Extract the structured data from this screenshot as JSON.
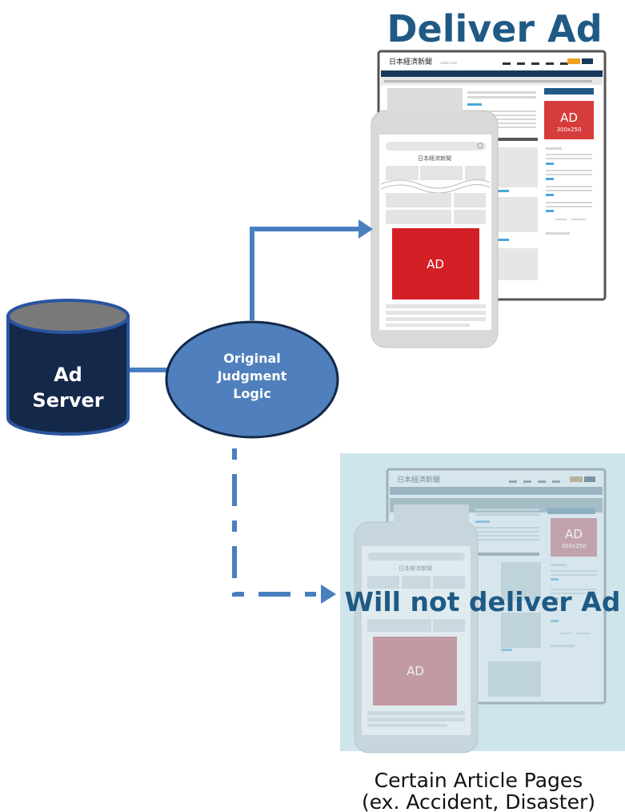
{
  "title": "Deliver Ad",
  "server": {
    "line1": "Ad",
    "line2": "Server"
  },
  "logic": {
    "line1": "Original",
    "line2": "Judgment",
    "line3": "Logic"
  },
  "blocked_label": "Will not deliver Ad",
  "caption": {
    "line1": "Certain Article Pages",
    "line2": "(ex. Accident, Disaster)"
  },
  "ad": {
    "label": "AD",
    "size": "300x250"
  },
  "newspaper_name": "日本経済新聞",
  "newspaper_url": "nikkei.com",
  "colors": {
    "title": "#1f5a85",
    "server": "#14284a",
    "logic": "#4f80bd",
    "arrow": "#4a7fbf",
    "ad_red": "#d31f26",
    "overlay": "#cfe5ec",
    "blocked_text": "#1f5a85"
  }
}
